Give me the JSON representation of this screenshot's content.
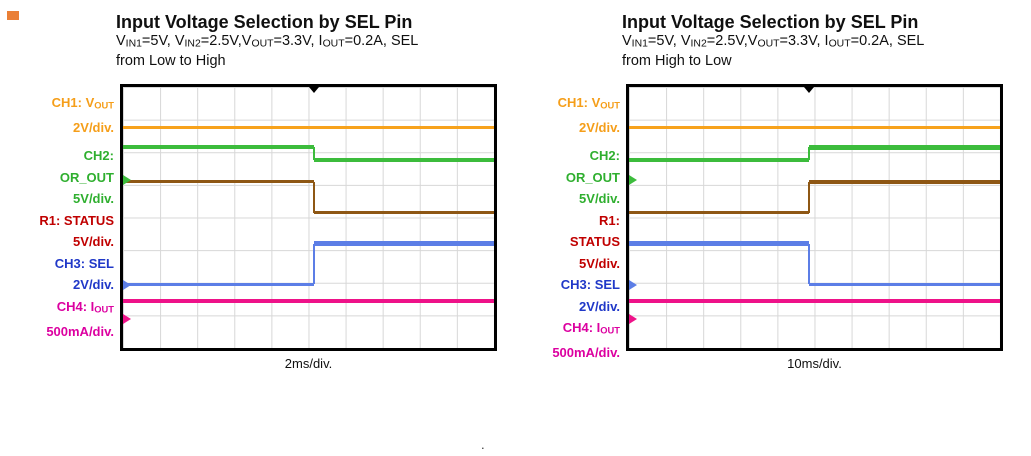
{
  "page": {
    "stray_dot": "."
  },
  "colors": {
    "ch1": "#F59E19",
    "ch1_trace": "#F7A21C",
    "ch2": "#2FAF2F",
    "ch2_trace": "#3CBC3C",
    "r1_label": "#C00000",
    "r1_trace": "#8E5714",
    "ch3_label": "#2038C8",
    "ch3_trace": "#5C7EE6",
    "ch4_label": "#DC00A0",
    "ch4_trace": "#EE1289"
  },
  "figures": [
    {
      "id": "left",
      "title": "Input Voltage Selection by SEL Pin",
      "subtitle_lines": [
        [
          {
            "t": "V"
          },
          {
            "t": "IN1",
            "sub": true
          },
          {
            "t": "=5V, V"
          },
          {
            "t": "IN2",
            "sub": true
          },
          {
            "t": "=2.5V,V"
          },
          {
            "t": "OUT",
            "sub": true
          },
          {
            "t": "=3.3V, I"
          },
          {
            "t": "OUT",
            "sub": true
          },
          {
            "t": "=0.2A, SEL"
          }
        ],
        [
          {
            "t": "from Low to High"
          }
        ]
      ],
      "timebase": "2ms/div.",
      "channel_labels": [
        {
          "id": "ch1-name",
          "color": "ch1",
          "segments": [
            {
              "t": "CH1: V"
            },
            {
              "t": "OUT",
              "sub": true
            }
          ]
        },
        {
          "id": "ch1-scale",
          "color": "ch1",
          "segments": [
            {
              "t": "2V/div."
            }
          ]
        },
        {
          "id": "ch2-name",
          "color": "ch2",
          "gap": true,
          "segments": [
            {
              "t": "CH2:"
            }
          ]
        },
        {
          "id": "ch2-signal",
          "color": "ch2",
          "segments": [
            {
              "t": "OR_OUT"
            }
          ]
        },
        {
          "id": "ch2-scale",
          "color": "ch2",
          "segments": [
            {
              "t": "5V/div."
            }
          ]
        },
        {
          "id": "r1-name",
          "color": "r1_label",
          "segments": [
            {
              "t": "R1: STATUS"
            }
          ]
        },
        {
          "id": "r1-scale",
          "color": "r1_label",
          "segments": [
            {
              "t": "5V/div."
            }
          ]
        },
        {
          "id": "ch3-name",
          "color": "ch3_label",
          "segments": [
            {
              "t": "CH3: SEL"
            }
          ]
        },
        {
          "id": "ch3-scale",
          "color": "ch3_label",
          "segments": [
            {
              "t": "2V/div."
            }
          ]
        },
        {
          "id": "ch4-name",
          "color": "ch4_label",
          "segments": [
            {
              "t": "CH4: I"
            },
            {
              "t": "OUT",
              "sub": true
            }
          ]
        },
        {
          "id": "ch4-scale",
          "color": "ch4_label",
          "segments": [
            {
              "t": "500mA/div."
            }
          ]
        }
      ],
      "plot": {
        "trigger_x": 51.5,
        "traces": [
          {
            "id": "ch1-vout",
            "color": "ch1_trace",
            "segments": [
              {
                "x0": 0,
                "x1": 100,
                "y": 1.23,
                "w": 3
              }
            ]
          },
          {
            "id": "ch2-or-out",
            "color": "ch2_trace",
            "segments": [
              {
                "x0": 0,
                "x1": 51.5,
                "y": 1.85,
                "w": 4
              },
              {
                "x0": 51.5,
                "x1": 100,
                "y": 2.25,
                "w": 4
              }
            ]
          },
          {
            "id": "r1-status",
            "color": "r1_trace",
            "segments": [
              {
                "x0": 0,
                "x1": 51.5,
                "y": 2.9,
                "w": 3
              },
              {
                "x0": 51.5,
                "x1": 100,
                "y": 3.85,
                "w": 3
              }
            ]
          },
          {
            "id": "ch3-sel",
            "color": "ch3_trace",
            "segments": [
              {
                "x0": 0,
                "x1": 51.5,
                "y": 6.05,
                "w": 3
              },
              {
                "x0": 51.5,
                "x1": 100,
                "y": 4.8,
                "w": 5
              }
            ]
          },
          {
            "id": "ch4-iout",
            "color": "ch4_trace",
            "segments": [
              {
                "x0": 0,
                "x1": 100,
                "y": 6.55,
                "w": 4
              }
            ]
          }
        ],
        "markers": [
          {
            "id": "ch2",
            "color": "ch2_trace",
            "y": 2.85
          },
          {
            "id": "ch3",
            "color": "ch3_trace",
            "y": 6.07
          },
          {
            "id": "ch4",
            "color": "ch4_trace",
            "y": 7.1
          }
        ]
      }
    },
    {
      "id": "right",
      "title": "Input Voltage Selection by SEL Pin",
      "subtitle_lines": [
        [
          {
            "t": "V"
          },
          {
            "t": "IN1",
            "sub": true
          },
          {
            "t": "=5V, V"
          },
          {
            "t": "IN2",
            "sub": true
          },
          {
            "t": "=2.5V,V"
          },
          {
            "t": "OUT",
            "sub": true
          },
          {
            "t": "=3.3V, I"
          },
          {
            "t": "OUT",
            "sub": true
          },
          {
            "t": "=0.2A, SEL"
          }
        ],
        [
          {
            "t": "from High to Low"
          }
        ]
      ],
      "timebase": "10ms/div.",
      "channel_labels": [
        {
          "id": "ch1-name",
          "color": "ch1",
          "segments": [
            {
              "t": "CH1: V"
            },
            {
              "t": "OUT",
              "sub": true
            }
          ]
        },
        {
          "id": "ch1-scale",
          "color": "ch1",
          "segments": [
            {
              "t": "2V/div."
            }
          ]
        },
        {
          "id": "ch2-name",
          "color": "ch2",
          "gap": true,
          "segments": [
            {
              "t": "CH2:"
            }
          ]
        },
        {
          "id": "ch2-signal",
          "color": "ch2",
          "segments": [
            {
              "t": "OR_OUT"
            }
          ]
        },
        {
          "id": "ch2-scale",
          "color": "ch2",
          "segments": [
            {
              "t": "5V/div."
            }
          ]
        },
        {
          "id": "r1-name",
          "color": "r1_label",
          "segments": [
            {
              "t": "R1:"
            }
          ]
        },
        {
          "id": "r1-signal",
          "color": "r1_label",
          "segments": [
            {
              "t": "STATUS"
            }
          ]
        },
        {
          "id": "r1-scale",
          "color": "r1_label",
          "segments": [
            {
              "t": "5V/div."
            }
          ]
        },
        {
          "id": "ch3-name",
          "color": "ch3_label",
          "segments": [
            {
              "t": "CH3: SEL"
            }
          ]
        },
        {
          "id": "ch3-scale",
          "color": "ch3_label",
          "segments": [
            {
              "t": "2V/div."
            }
          ]
        },
        {
          "id": "ch4-name",
          "color": "ch4_label",
          "segments": [
            {
              "t": "CH4: I"
            },
            {
              "t": "OUT",
              "sub": true
            }
          ]
        },
        {
          "id": "ch4-scale",
          "color": "ch4_label",
          "segments": [
            {
              "t": "500mA/div."
            }
          ]
        }
      ],
      "plot": {
        "trigger_x": 48.5,
        "traces": [
          {
            "id": "ch1-vout",
            "color": "ch1_trace",
            "segments": [
              {
                "x0": 0,
                "x1": 100,
                "y": 1.23,
                "w": 3
              }
            ]
          },
          {
            "id": "ch2-or-out",
            "color": "ch2_trace",
            "segments": [
              {
                "x0": 0,
                "x1": 48.5,
                "y": 2.25,
                "w": 4
              },
              {
                "x0": 48.5,
                "x1": 100,
                "y": 1.85,
                "w": 5
              }
            ]
          },
          {
            "id": "r1-status",
            "color": "r1_trace",
            "segments": [
              {
                "x0": 0,
                "x1": 48.5,
                "y": 3.85,
                "w": 3
              },
              {
                "x0": 48.5,
                "x1": 100,
                "y": 2.9,
                "w": 4
              }
            ]
          },
          {
            "id": "ch3-sel",
            "color": "ch3_trace",
            "segments": [
              {
                "x0": 0,
                "x1": 48.5,
                "y": 4.8,
                "w": 5
              },
              {
                "x0": 48.5,
                "x1": 100,
                "y": 6.05,
                "w": 3
              }
            ]
          },
          {
            "id": "ch4-iout",
            "color": "ch4_trace",
            "segments": [
              {
                "x0": 0,
                "x1": 100,
                "y": 6.55,
                "w": 4
              }
            ]
          }
        ],
        "markers": [
          {
            "id": "ch2",
            "color": "ch2_trace",
            "y": 2.85
          },
          {
            "id": "ch3",
            "color": "ch3_trace",
            "y": 6.07
          },
          {
            "id": "ch4",
            "color": "ch4_trace",
            "y": 7.1
          }
        ]
      }
    }
  ],
  "chart_data": [
    {
      "type": "line",
      "title": "Input Voltage Selection by SEL Pin — SEL from Low to High",
      "xlabel": "time, 2ms/div (10 divisions)",
      "x_range_divisions": [
        0,
        10
      ],
      "y_divisions": 8,
      "grid": true,
      "legend_position": "left",
      "transition_time_div": 5.15,
      "series": [
        {
          "name": "CH1 VOUT",
          "scale": "2V/div",
          "before_V": 3.3,
          "after_V": 3.3,
          "shape": "constant"
        },
        {
          "name": "CH2 OR_OUT",
          "scale": "5V/div",
          "before_V": 5.0,
          "after_V": 2.5,
          "shape": "step-down"
        },
        {
          "name": "R1 STATUS",
          "scale": "5V/div",
          "before_V": 5.0,
          "after_V": 0.0,
          "shape": "step-down"
        },
        {
          "name": "CH3 SEL",
          "scale": "2V/div",
          "before_V": 0.0,
          "after_V": 2.5,
          "shape": "step-up"
        },
        {
          "name": "CH4 IOUT",
          "scale": "500mA/div",
          "before_A": 0.2,
          "after_A": 0.2,
          "shape": "constant"
        }
      ]
    },
    {
      "type": "line",
      "title": "Input Voltage Selection by SEL Pin — SEL from High to Low",
      "xlabel": "time, 10ms/div (10 divisions)",
      "x_range_divisions": [
        0,
        10
      ],
      "y_divisions": 8,
      "grid": true,
      "legend_position": "left",
      "transition_time_div": 4.85,
      "series": [
        {
          "name": "CH1 VOUT",
          "scale": "2V/div",
          "before_V": 3.3,
          "after_V": 3.3,
          "shape": "constant"
        },
        {
          "name": "CH2 OR_OUT",
          "scale": "5V/div",
          "before_V": 2.5,
          "after_V": 5.0,
          "shape": "step-up"
        },
        {
          "name": "R1 STATUS",
          "scale": "5V/div",
          "before_V": 0.0,
          "after_V": 5.0,
          "shape": "step-up"
        },
        {
          "name": "CH3 SEL",
          "scale": "2V/div",
          "before_V": 2.5,
          "after_V": 0.0,
          "shape": "step-down"
        },
        {
          "name": "CH4 IOUT",
          "scale": "500mA/div",
          "before_A": 0.2,
          "after_A": 0.2,
          "shape": "constant"
        }
      ]
    }
  ]
}
